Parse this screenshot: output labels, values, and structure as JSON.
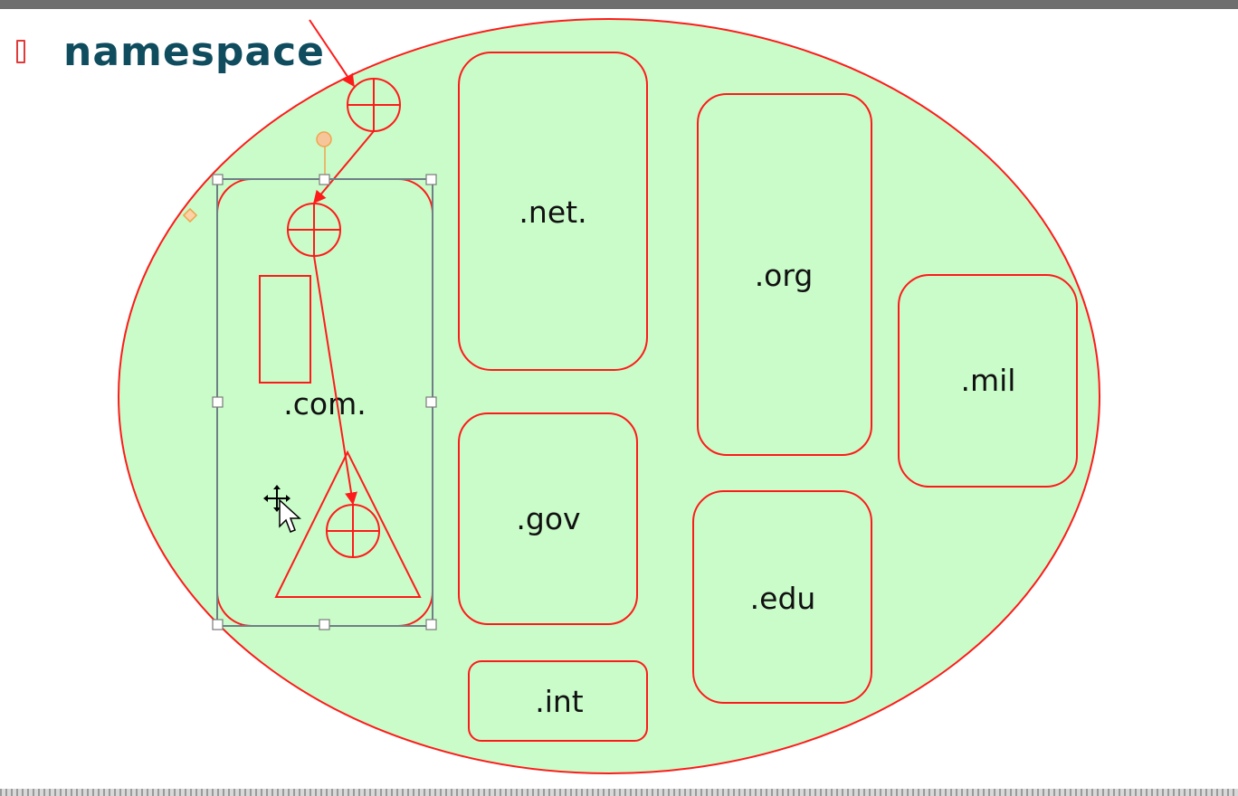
{
  "slide": {
    "title": "namespace"
  },
  "domains": {
    "com": ".com.",
    "net": ".net.",
    "org": ".org",
    "mil": ".mil",
    "gov": ".gov",
    "edu": ".edu",
    "int": ".int"
  },
  "colors": {
    "fill": "#c9fcc9",
    "stroke": "#ff1a1a",
    "title": "#0e4c5e",
    "selection": "#6f7f86",
    "rotation_handle": "#f2a34c"
  },
  "icons": {
    "cursor": "move-cursor-icon",
    "bullet": "bullet-icon"
  }
}
